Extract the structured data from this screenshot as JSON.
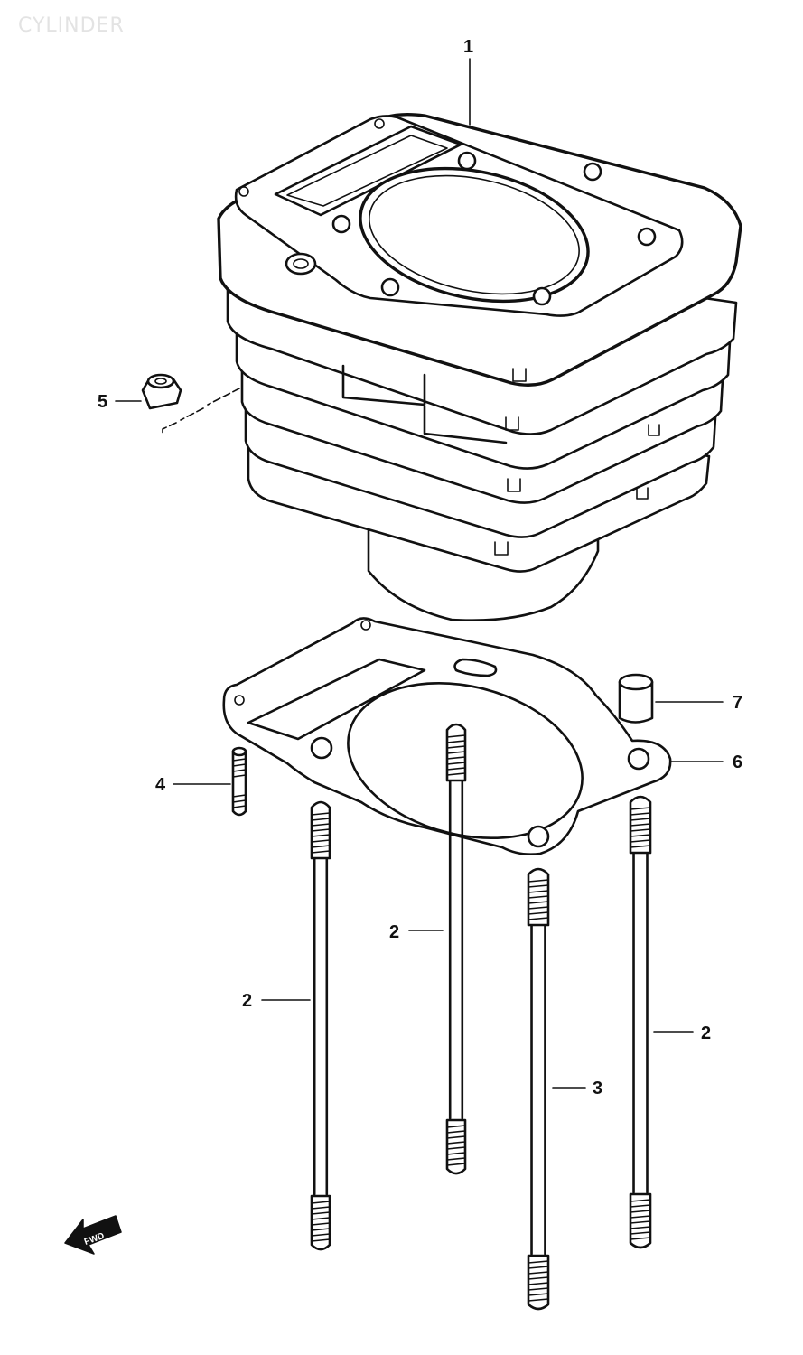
{
  "watermark": "CYLINDER",
  "callouts": {
    "c1": "1",
    "c2a": "2",
    "c2b": "2",
    "c2c": "2",
    "c3": "3",
    "c4": "4",
    "c5": "5",
    "c6": "6",
    "c7": "7"
  },
  "direction_arrow": {
    "icon": "front-arrow-icon",
    "label": "FWD"
  }
}
